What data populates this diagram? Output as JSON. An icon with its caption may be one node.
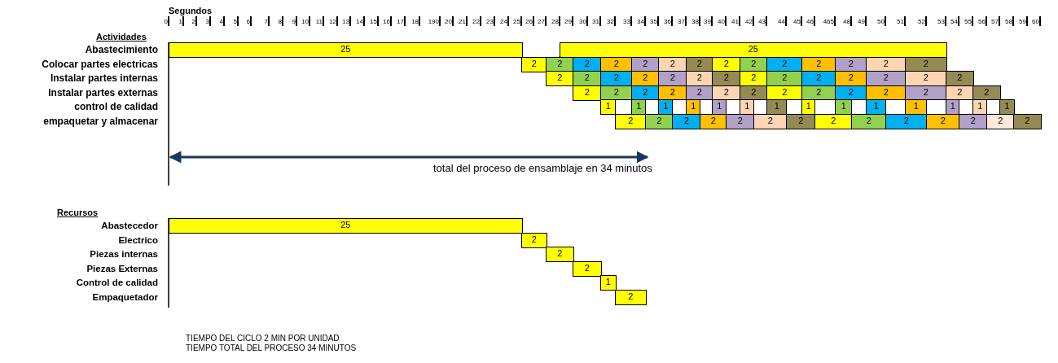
{
  "diagram": {
    "nodes": [
      {
        "text": [
          "25"
        ]
      },
      {
        "text": [
          "25"
        ]
      },
      {
        "text": [
          "2"
        ]
      },
      {
        "text": [
          "2"
        ]
      },
      {
        "text": [
          "2"
        ]
      },
      {
        "text": [
          "2"
        ]
      },
      {
        "text": [
          "2"
        ]
      },
      {
        "text": [
          "2"
        ]
      },
      {
        "text": [
          "2"
        ]
      },
      {
        "text": [
          "2"
        ]
      },
      {
        "text": [
          "2"
        ]
      },
      {
        "text": [
          "2"
        ]
      },
      {
        "text": [
          "2"
        ]
      },
      {
        "text": [
          "2"
        ]
      },
      {
        "text": [
          "2"
        ]
      },
      {
        "text": [
          "2"
        ]
      },
      {
        "text": [
          "2"
        ]
      },
      {
        "text": [
          "2"
        ]
      },
      {
        "text": [
          "2"
        ]
      },
      {
        "text": [
          "2"
        ]
      },
      {
        "text": [
          "2"
        ]
      },
      {
        "text": [
          "2"
        ]
      },
      {
        "text": [
          "2"
        ]
      },
      {
        "text": [
          "2"
        ]
      },
      {
        "text": [
          "2"
        ]
      },
      {
        "text": [
          "2"
        ]
      },
      {
        "text": [
          "2"
        ]
      },
      {
        "text": [
          "2"
        ]
      },
      {
        "text": [
          "2"
        ]
      },
      {
        "text": [
          "2"
        ]
      },
      {
        "text": [
          "2"
        ]
      },
      {
        "text": [
          "2"
        ]
      },
      {
        "text": [
          "2"
        ]
      },
      {
        "text": [
          "2"
        ]
      },
      {
        "text": [
          "2"
        ]
      },
      {
        "text": [
          "2"
        ]
      },
      {
        "text": [
          "2"
        ]
      },
      {
        "text": [
          "2"
        ]
      },
      {
        "text": [
          "2"
        ]
      },
      {
        "text": [
          "2"
        ]
      },
      {
        "text": [
          "2"
        ]
      },
      {
        "text": [
          "2"
        ]
      },
      {
        "text": [
          "2"
        ]
      },
      {
        "text": [
          "2"
        ]
      },
      {
        "text": [
          "1"
        ]
      },
      {
        "text": [],
        "shape": "box"
      },
      {
        "text": [
          "1"
        ]
      },
      {
        "text": [],
        "shape": "box"
      },
      {
        "text": [
          "1"
        ]
      },
      {
        "text": [],
        "shape": "box"
      },
      {
        "text": [
          "1"
        ]
      },
      {
        "text": [],
        "shape": "box"
      },
      {
        "text": [
          "1"
        ]
      },
      {
        "text": [],
        "shape": "box"
      },
      {
        "text": [
          "1"
        ]
      },
      {
        "text": [],
        "shape": "box"
      },
      {
        "text": [
          "1"
        ]
      },
      {
        "text": [],
        "shape": "box"
      },
      {
        "text": [
          "1"
        ]
      },
      {
        "text": [],
        "shape": "box"
      },
      {
        "text": [
          "1"
        ]
      },
      {
        "text": [],
        "shape": "box"
      },
      {
        "text": [
          "1"
        ]
      },
      {
        "text": [],
        "shape": "box"
      },
      {
        "text": [
          "1"
        ]
      },
      {
        "text": [],
        "shape": "box"
      },
      {
        "text": [
          "1"
        ]
      },
      {
        "text": [],
        "shape": "box"
      },
      {
        "text": [
          "1"
        ]
      },
      {
        "text": [],
        "shape": "box"
      },
      {
        "text": [
          "1"
        ]
      },
      {
        "text": [
          "2"
        ]
      },
      {
        "text": [
          "2"
        ]
      },
      {
        "text": [
          "2"
        ]
      },
      {
        "text": [
          "2"
        ]
      },
      {
        "text": [
          "2"
        ]
      },
      {
        "text": [
          "2"
        ]
      },
      {
        "text": [
          "2"
        ]
      },
      {
        "text": [
          "2"
        ]
      },
      {
        "text": [
          "2"
        ]
      },
      {
        "text": [
          "2"
        ]
      },
      {
        "text": [
          "2"
        ]
      },
      {
        "text": [
          "2"
        ]
      },
      {
        "text": [
          "2"
        ]
      },
      {
        "text": [
          "2"
        ]
      },
      {
        "text": [
          "25"
        ]
      },
      {
        "text": [
          "2"
        ]
      },
      {
        "text": [
          "2"
        ]
      },
      {
        "text": [
          "2"
        ]
      },
      {
        "text": [
          "1"
        ]
      },
      {
        "text": [
          "2"
        ]
      }
    ],
    "labels": [
      "Segundos",
      "0",
      "1",
      "2",
      "3",
      "4",
      "5",
      "6",
      "7",
      "8",
      "9",
      "10",
      "11",
      "12",
      "13",
      "14",
      "15",
      "16",
      "17",
      "18",
      "190",
      "20",
      "21",
      "22",
      "23",
      "24",
      "25",
      "26",
      "27",
      "28",
      "29",
      "30",
      "31",
      "32",
      "33",
      "34",
      "35",
      "36",
      "37",
      "38",
      "39",
      "40",
      "41",
      "42",
      "43",
      "44",
      "45",
      "46",
      "465",
      "48",
      "49",
      "50",
      "51",
      "52",
      "53",
      "54",
      "55",
      "56",
      "57",
      "58",
      "59",
      "60",
      "Actividades",
      "Abastecimiento",
      "Colocar partes electricas",
      "Instalar partes internas",
      "Instalar partes externas",
      "control de calidad",
      "empaquetar y almacenar",
      "total del proceso de ensamblaje en 34 minutos",
      "Recursos",
      "Abastecedor",
      "Electrico",
      "Piezas internas",
      "Piezas Externas",
      "Control de calidad",
      "Empaquetador",
      "TIEMPO DEL CICLO 2 MIN POR UNIDAD",
      "TIEMPO TOTAL DEL PROCESO 34 MINUTOS"
    ]
  }
}
